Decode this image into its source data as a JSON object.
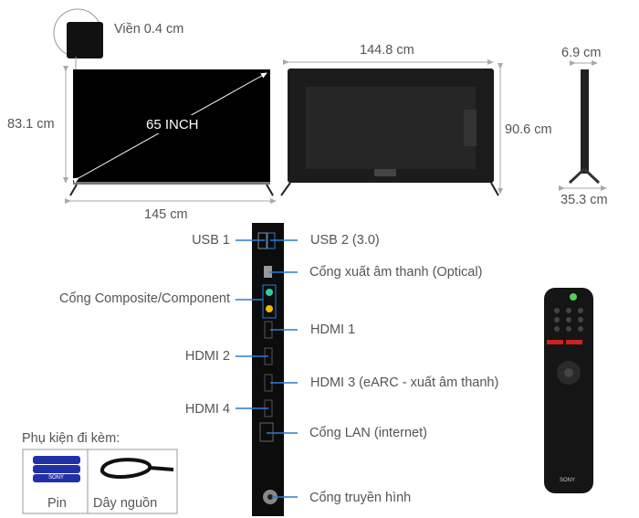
{
  "front": {
    "bezel_label": "Viền 0.4 cm",
    "size_label": "65 INCH",
    "height": "83.1 cm",
    "width": "145 cm"
  },
  "back": {
    "width": "144.8 cm",
    "height": "90.6 cm"
  },
  "side": {
    "depth": "6.9 cm",
    "stand_depth": "35.3 cm"
  },
  "ports": {
    "usb1": "USB 1",
    "usb2": "USB 2 (3.0)",
    "optical": "Cổng xuất âm thanh (Optical)",
    "composite": "Cổng Composite/Component",
    "hdmi1": "HDMI 1",
    "hdmi2": "HDMI 2",
    "hdmi3": "HDMI 3 (eARC - xuất âm thanh)",
    "hdmi4": "HDMI 4",
    "lan": "Cổng LAN (internet)",
    "antenna": "Cổng truyền hình"
  },
  "accessories": {
    "title": "Phụ kiện đi kèm:",
    "items": [
      "Pin",
      "Dây nguồn"
    ],
    "battery_brand": "SONY"
  },
  "remote": {
    "brand": "SONY"
  },
  "colors": {
    "leader_line": "#2b7cd3",
    "text": "#555555",
    "dimension_line": "#aaaaaa"
  }
}
